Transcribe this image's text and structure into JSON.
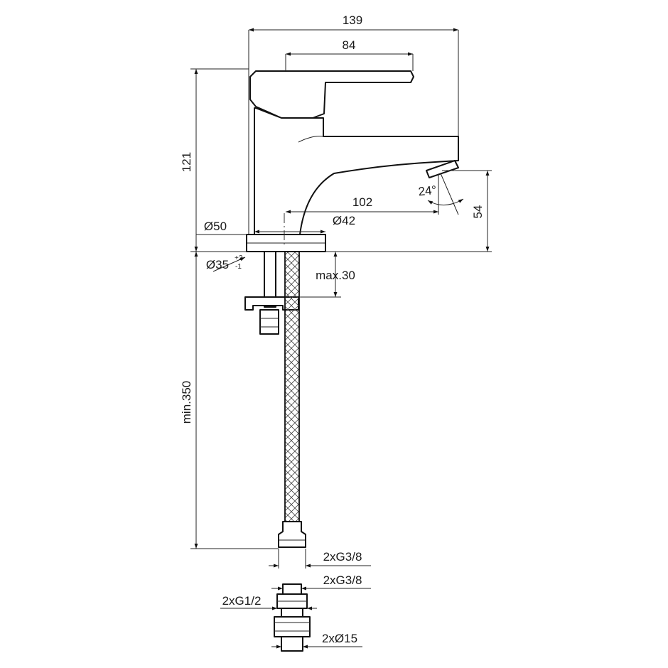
{
  "dimensions": {
    "overall_length": "139",
    "lever_length": "84",
    "overall_height": "121",
    "spout_reach": "102",
    "spout_height": "54",
    "spout_angle": "24°",
    "base_diameter": "Ø50",
    "body_diameter": "Ø42",
    "hole_diameter": "Ø35",
    "hole_tol_plus": "+2",
    "hole_tol_minus": "-1",
    "deck_thickness": "max.30",
    "hose_length": "min.350",
    "hose_thread": "2xG3/8",
    "adapter_thread_top": "2xG3/8",
    "adapter_thread_side": "2xG1/2",
    "adapter_pipe": "2xØ15"
  },
  "colors": {
    "line": "#111111",
    "background": "#ffffff"
  }
}
